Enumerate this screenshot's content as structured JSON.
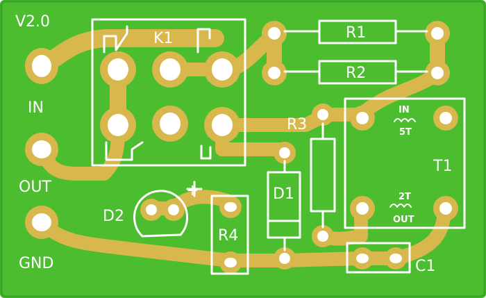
{
  "board": {
    "version": "V2.0",
    "labels": {
      "in": "IN",
      "out": "OUT",
      "gnd": "GND",
      "k1": "K1",
      "r1": "R1",
      "r2": "R2",
      "r3": "R3",
      "r4": "R4",
      "d1": "D1",
      "d2": "D2",
      "plus": "+",
      "t1": "T1",
      "c1": "C1",
      "t1_in": "IN",
      "t1_in_turns": "5T",
      "t1_out_turns": "2T",
      "t1_out": "OUT"
    }
  },
  "colors": {
    "board": "#4bbd2f",
    "copper": "#d8b84c",
    "silkscreen": "#ffffff"
  }
}
